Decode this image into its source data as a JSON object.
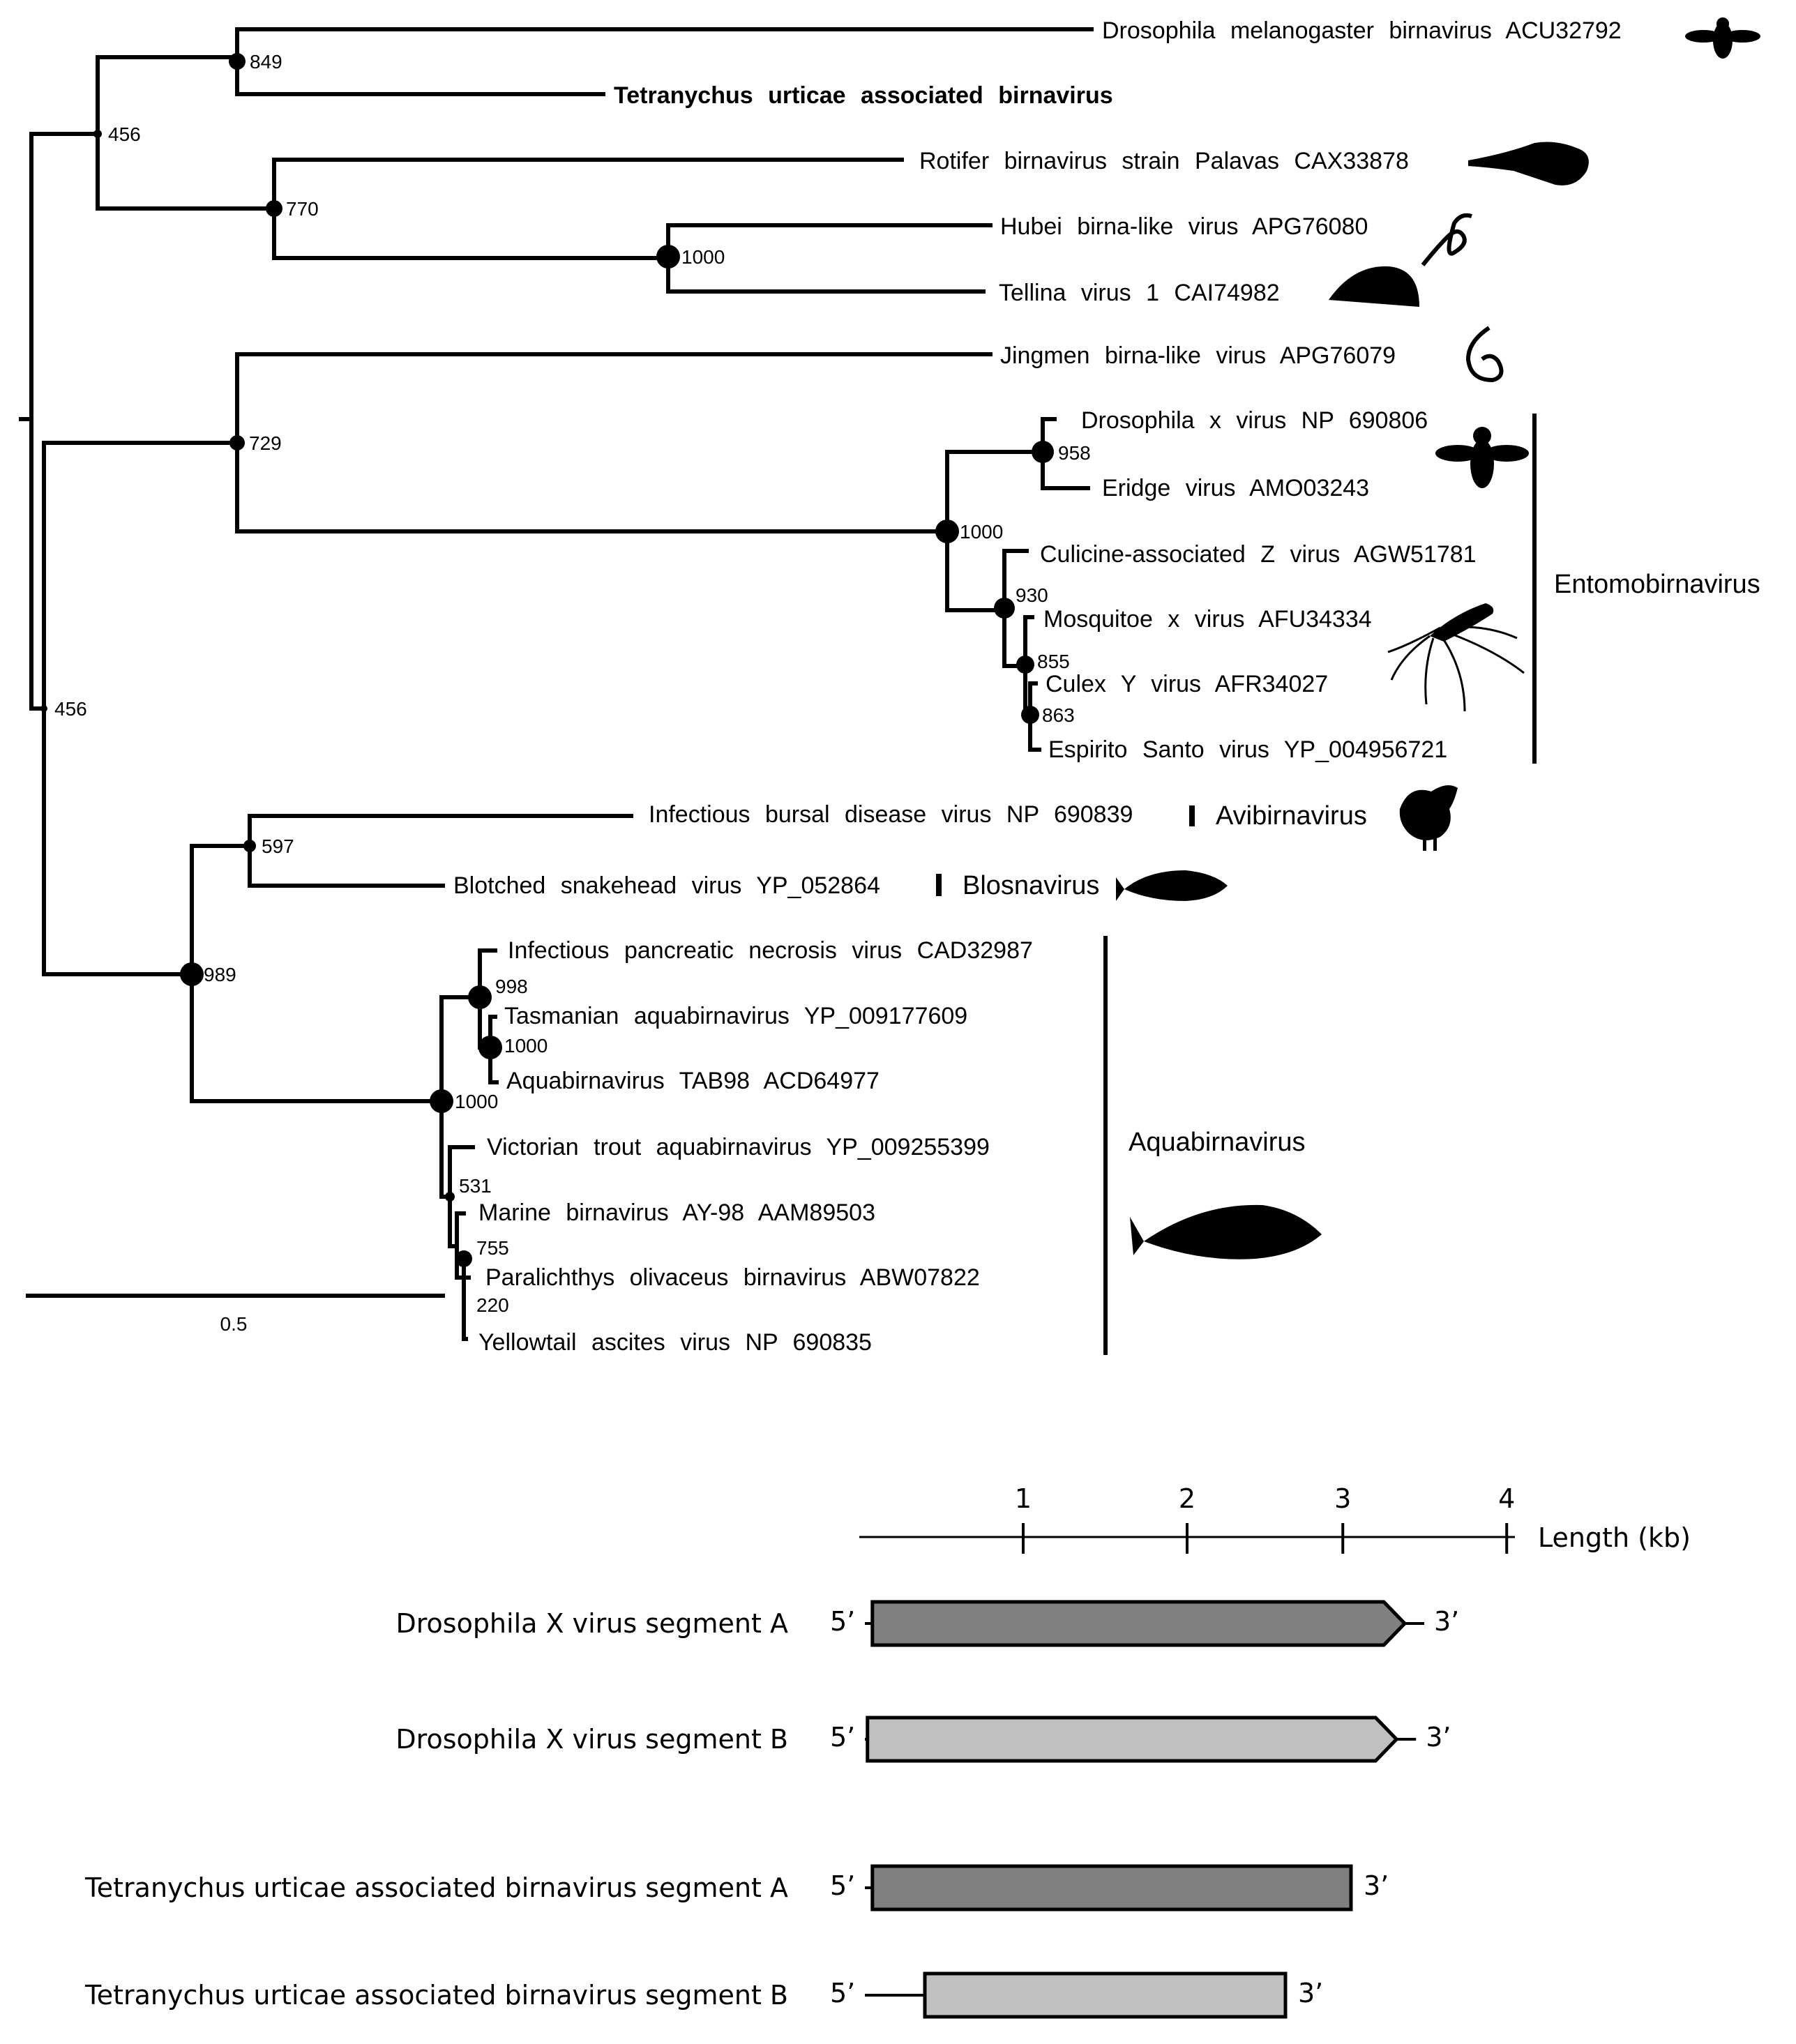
{
  "tree": {
    "taxa": [
      {
        "id": "dmb",
        "label": "Drosophila  melanogaster  birnavirus  ACU32792",
        "bold": false
      },
      {
        "id": "tuab",
        "label": "Tetranychus  urticae  associated  birnavirus",
        "bold": true
      },
      {
        "id": "rot",
        "label": "Rotifer  birnavirus  strain  Palavas  CAX33878",
        "bold": false
      },
      {
        "id": "hub",
        "label": "Hubei  birna-like  virus  APG76080",
        "bold": false
      },
      {
        "id": "tel",
        "label": "Tellina  virus  1  CAI74982",
        "bold": false
      },
      {
        "id": "jin",
        "label": "Jingmen  birna-like  virus  APG76079",
        "bold": false
      },
      {
        "id": "dxv",
        "label": "Drosophila  x  virus  NP  690806",
        "bold": false
      },
      {
        "id": "eri",
        "label": "Eridge  virus  AMO03243",
        "bold": false
      },
      {
        "id": "cul",
        "label": "Culicine-associated  Z  virus  AGW51781",
        "bold": false
      },
      {
        "id": "mos",
        "label": "Mosquitoe  x  virus  AFU34334",
        "bold": false
      },
      {
        "id": "cxy",
        "label": "Culex  Y  virus  AFR34027",
        "bold": false
      },
      {
        "id": "esp",
        "label": "Espirito  Santo  virus YP_004956721",
        "bold": false
      },
      {
        "id": "ibd",
        "label": "Infectious  bursal  disease  virus  NP  690839",
        "bold": false
      },
      {
        "id": "bsn",
        "label": "Blotched  snakehead  virus YP_052864",
        "bold": false
      },
      {
        "id": "ipn",
        "label": "Infectious  pancreatic  necrosis  virus  CAD32987",
        "bold": false
      },
      {
        "id": "tas",
        "label": "Tasmanian  aquabirnavirus YP_009177609",
        "bold": false
      },
      {
        "id": "tab",
        "label": "Aquabirnavirus  TAB98  ACD64977",
        "bold": false
      },
      {
        "id": "vic",
        "label": "Victorian  trout  aquabirnavirus YP_009255399",
        "bold": false
      },
      {
        "id": "mar",
        "label": "Marine  birnavirus     AY-98  AAM89503",
        "bold": false
      },
      {
        "id": "par",
        "label": "Paralichthys  olivaceus  birnavirus  ABW07822",
        "bold": false
      },
      {
        "id": "yel",
        "label": "Yellowtail  ascites  virus  NP  690835",
        "bold": false
      }
    ],
    "support_values": [
      "849",
      "456",
      "770",
      "1000",
      "729",
      "958",
      "1000",
      "930",
      "855",
      "863",
      "456",
      "597",
      "989",
      "998",
      "1000",
      "1000",
      "531",
      "755",
      "220"
    ],
    "genera": {
      "entomobirnavirus": "Entomobirnavirus",
      "avibirnavirus": "Avibirnavirus",
      "blosnavirus": "Blosnavirus",
      "aquabirnavirus": "Aquabirnavirus"
    },
    "scale_bar_label": "0.5"
  },
  "genome_map": {
    "axis_label": "Length (kb)",
    "ticks": [
      "1",
      "2",
      "3",
      "4"
    ],
    "segments": [
      {
        "label": "Drosophila X virus segment A",
        "five": "5’",
        "three": "3’",
        "start_kb": 0.08,
        "end_kb": 3.2,
        "arrow": true,
        "color": "#808080"
      },
      {
        "label": "Drosophila X virus segment B",
        "five": "5’",
        "three": "3’",
        "start_kb": 0.05,
        "end_kb": 3.15,
        "arrow": true,
        "color": "#c0c0c0"
      },
      {
        "label": "Tetranychus urticae associated birnavirus segment A",
        "five": "5’",
        "three": "3’",
        "start_kb": 0.08,
        "end_kb": 3.0,
        "arrow": false,
        "color": "#808080"
      },
      {
        "label": "Tetranychus urticae associated birnavirus segment B",
        "five": "5’",
        "three": "3’",
        "start_kb": 0.4,
        "end_kb": 2.6,
        "arrow": false,
        "color": "#c0c0c0"
      }
    ],
    "colors": {
      "segment_a": "#808080",
      "segment_b": "#c0c0c0"
    }
  }
}
